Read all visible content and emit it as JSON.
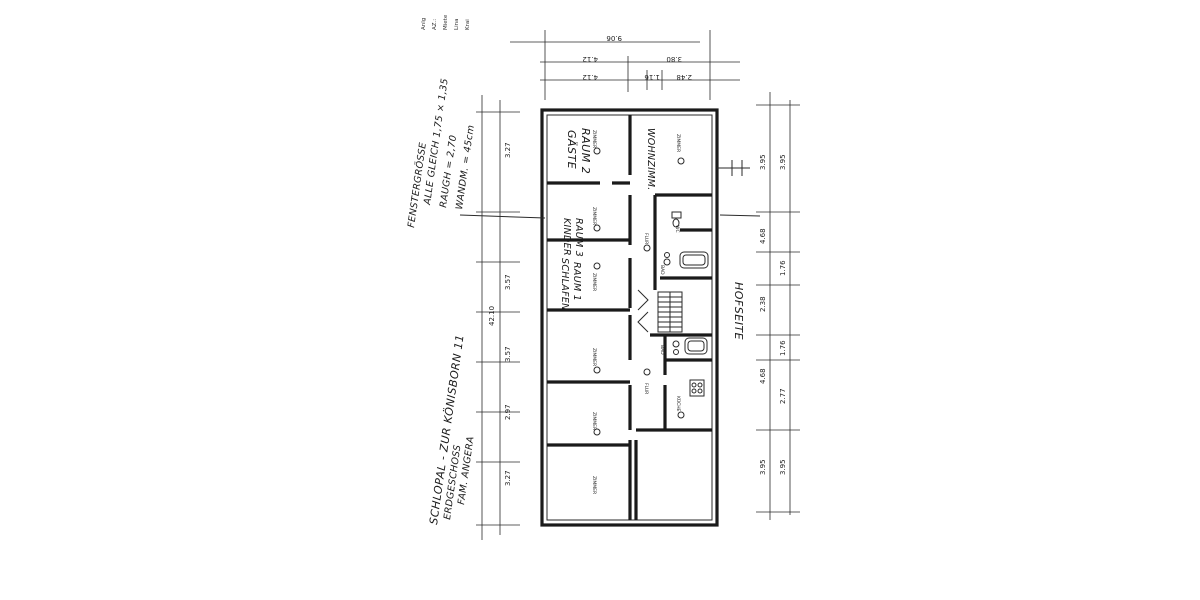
{
  "title_lines": [
    "SCHLOPAL - ZUR KÖNISBORN 11",
    "ERDGESCHOSS",
    "FAM. ANGERA"
  ],
  "notes": {
    "line1": "FENSTERGRÖSSE",
    "line2": "ALLE GLEICH 1,75 × 1,35",
    "line3": "RAUGH = 2,70",
    "line4": "WANDM. = 45cm"
  },
  "street_side": "HOFSEITE",
  "stamp": {
    "line1": "Anlg",
    "line2": "AZ.:",
    "line3": "Miete",
    "line4": "Lina",
    "line5": "Krai"
  },
  "rooms": {
    "gaeste": {
      "label1": "GÄSTE",
      "label2": "RAUM 2",
      "sub": "ZIMMER"
    },
    "wohn": {
      "label": "WOHNZIMM.",
      "sub": "ZIMMER"
    },
    "kinder": {
      "label1": "KINDER",
      "label2": "RAUM 3",
      "sub": "ZIMMER"
    },
    "schlafen": {
      "label1": "SCHLAFEN",
      "label2": "RAUM 1",
      "sub": "ZIMMER"
    },
    "zimmer_a": {
      "sub": "ZIMMER"
    },
    "zimmer_b": {
      "sub": "ZIMMER"
    },
    "zimmer_c": {
      "sub": "ZIMMER"
    },
    "kueche": {
      "sub": "KÜCHE"
    },
    "flur_top": "FLUR",
    "flur_bottom": "FLUR",
    "bad_top": "BAD",
    "bad_bottom": "BAD",
    "wc": "WC"
  },
  "dims_top": {
    "total": "9.06",
    "a": "4.12",
    "b": "3.80",
    "c": "4.12",
    "d": "1.16",
    "e": "2.48"
  },
  "dims_left": {
    "total": "42.10",
    "d1": "3.27",
    "d2": "3.57",
    "d3": "3.57",
    "d4": "2.97",
    "d5": "3.27"
  },
  "dims_right": {
    "r1": "3.95",
    "r2": "3.95",
    "r3": "4.68",
    "r4": "1.76",
    "r5": "2.38",
    "r6": "1.76",
    "r7": "4.68",
    "r8": "2.77",
    "r9": "3.95",
    "r10": "3.95"
  }
}
